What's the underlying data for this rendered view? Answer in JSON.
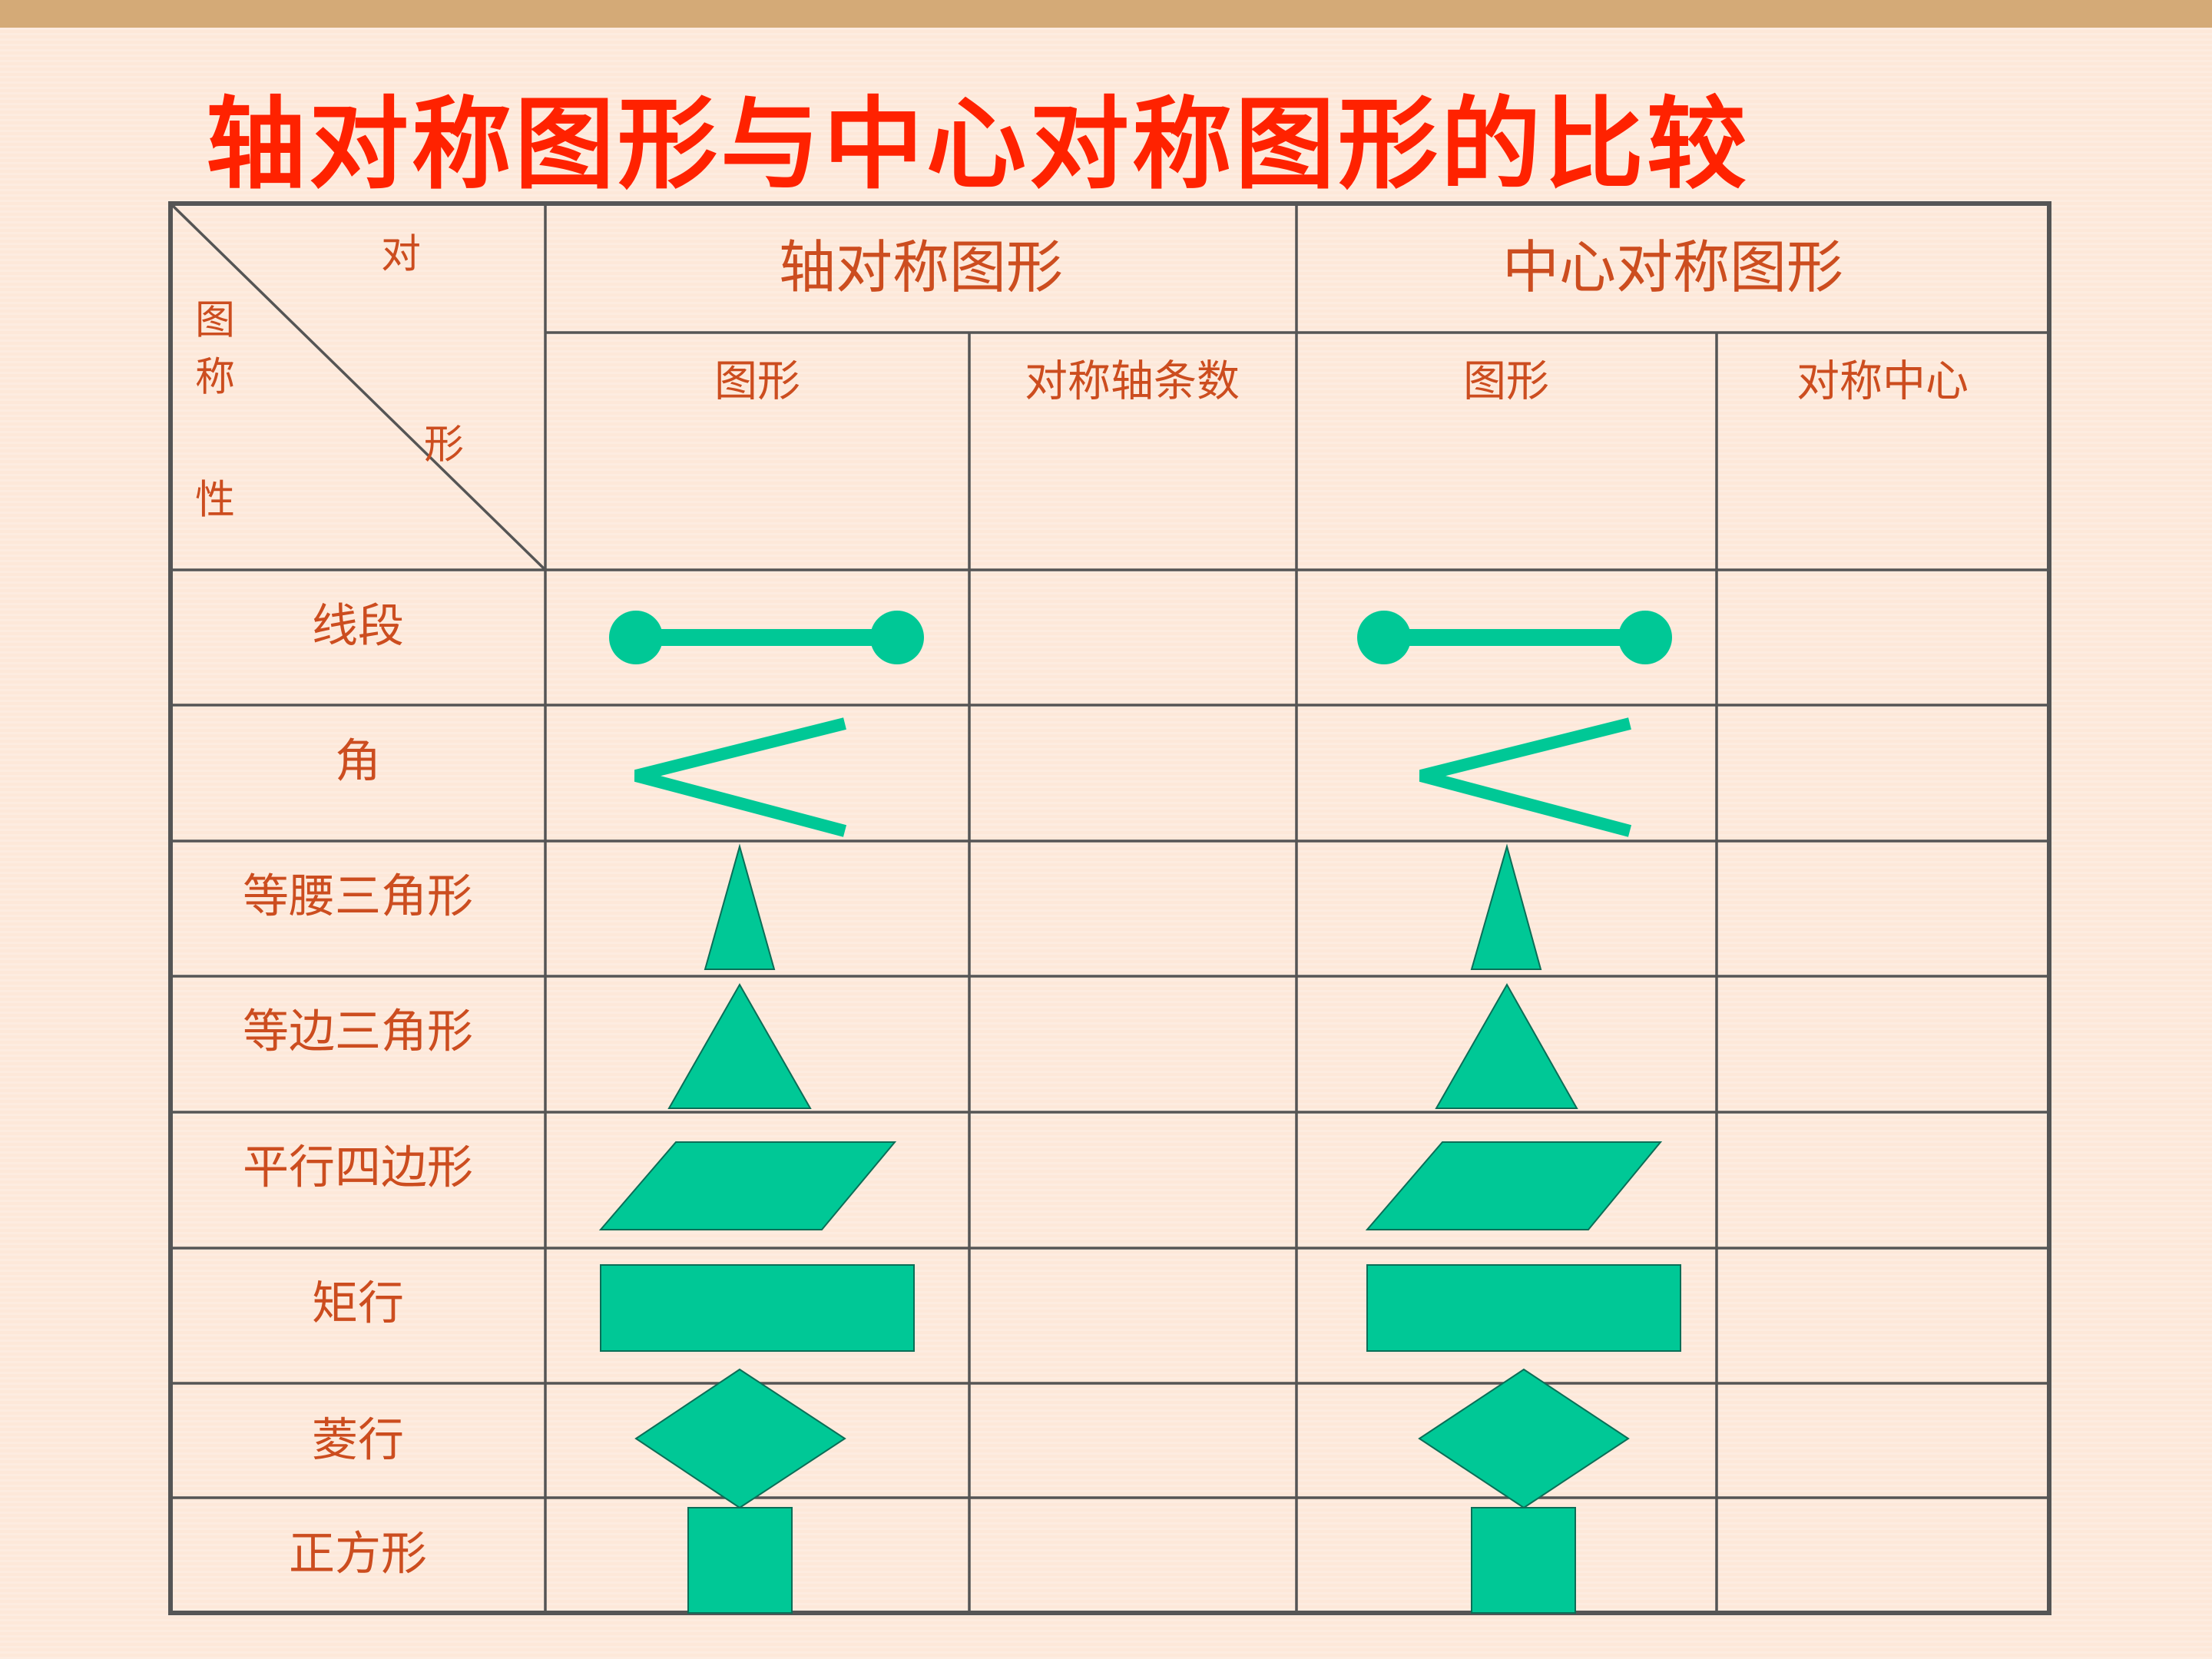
{
  "title": "轴对称图形与中心对称图形的比较",
  "corner": {
    "dui": "对",
    "xing": "形",
    "tu": "图",
    "cheng": "称",
    "xing2": "性"
  },
  "headers": {
    "axial": "轴对称图形",
    "central": "中心对称图形",
    "axial_shape": "图形",
    "axial_count": "对称轴条数",
    "central_shape": "图形",
    "central_center": "对称中心"
  },
  "rows": [
    {
      "label": "线段",
      "shape": "segment"
    },
    {
      "label": "角",
      "shape": "angle"
    },
    {
      "label": "等腰三角形",
      "shape": "isosceles-triangle"
    },
    {
      "label": "等边三角形",
      "shape": "equilateral-triangle"
    },
    {
      "label": "平行四边形",
      "shape": "parallelogram"
    },
    {
      "label": "矩行",
      "shape": "rectangle"
    },
    {
      "label": "菱行",
      "shape": "rhombus"
    },
    {
      "label": "正方形",
      "shape": "square"
    }
  ],
  "colors": {
    "background": "#fde8d9",
    "top_bar": "#d4aa77",
    "title": "#ff2200",
    "text": "#cc4d1f",
    "shape_fill": "#00c896",
    "grid_line": "#555555"
  }
}
